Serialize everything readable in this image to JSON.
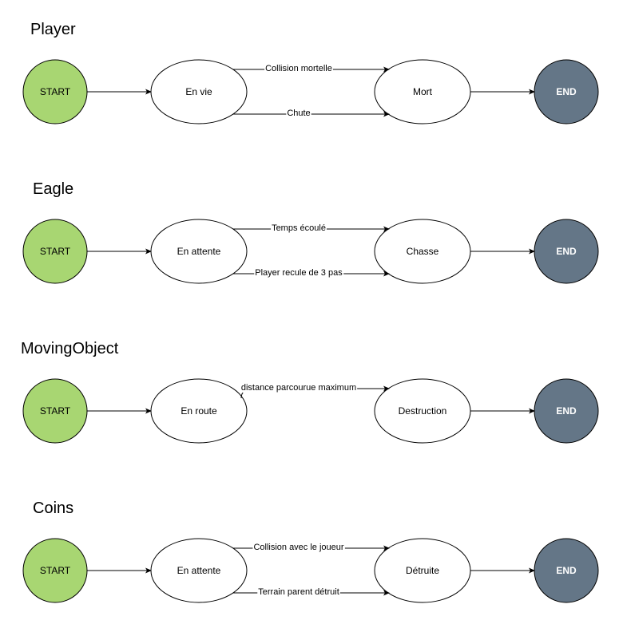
{
  "colors": {
    "start_fill": "#a8d672",
    "end_fill": "#647687",
    "state_fill": "#ffffff",
    "stroke": "#000000"
  },
  "machines": [
    {
      "title": "Player",
      "start": "START",
      "state1": "En vie",
      "state2": "Mort",
      "end": "END",
      "transitions": [
        "Collision mortelle",
        "Chute"
      ]
    },
    {
      "title": "Eagle",
      "start": "START",
      "state1": "En attente",
      "state2": "Chasse",
      "end": "END",
      "transitions": [
        "Temps écoulé",
        "Player recule de 3 pas"
      ]
    },
    {
      "title": "MovingObject",
      "start": "START",
      "state1": "En route",
      "state2": "Destruction",
      "end": "END",
      "transitions": [
        "distance parcourue maximum"
      ]
    },
    {
      "title": "Coins",
      "start": "START",
      "state1": "En attente",
      "state2": "Détruite",
      "end": "END",
      "transitions": [
        "Collision avec le joueur",
        "Terrain parent détruit"
      ]
    }
  ]
}
